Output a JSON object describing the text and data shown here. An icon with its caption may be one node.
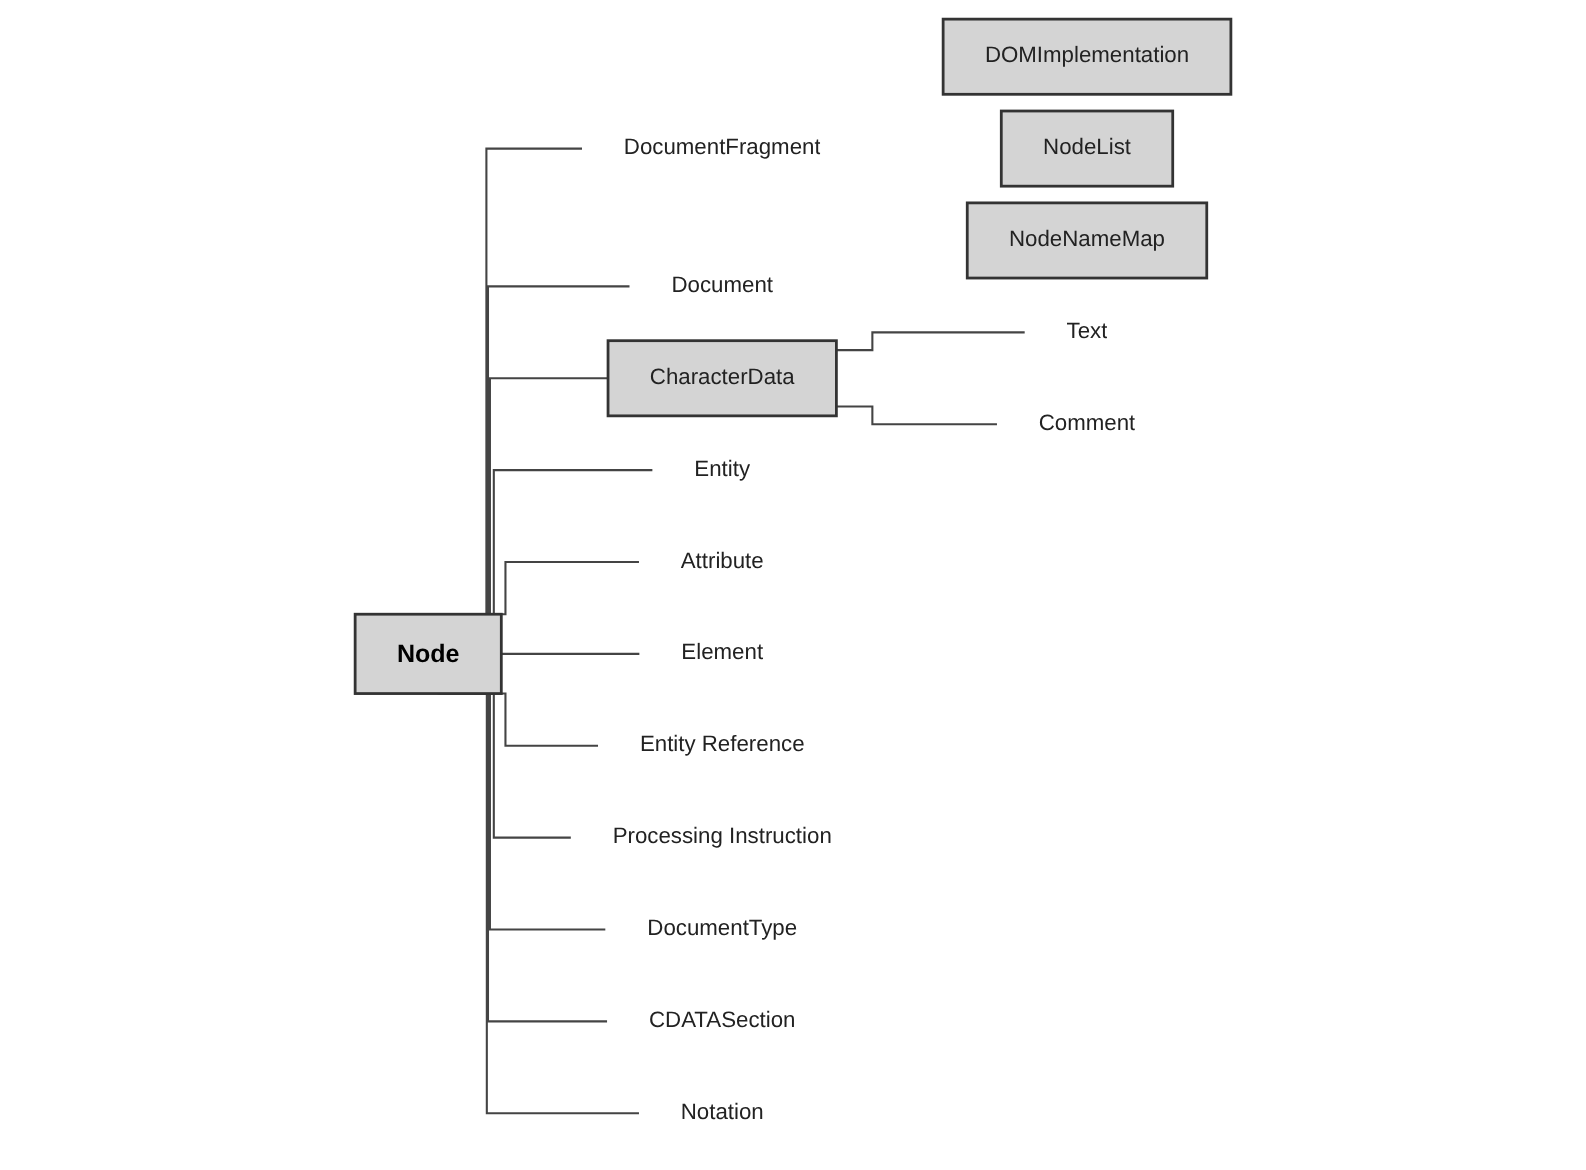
{
  "diagram": {
    "nodes": [
      {
        "text": [
          "DOMImplementation"
        ]
      },
      {
        "text": [
          "NodeList"
        ]
      },
      {
        "text": [
          "NodeNameMap"
        ]
      },
      {
        "text": [
          "Node"
        ]
      },
      {
        "text": [
          "DocumentFragment"
        ]
      },
      {
        "text": [
          "Document"
        ]
      },
      {
        "text": [
          "CharacterData"
        ]
      },
      {
        "text": [
          "Text"
        ]
      },
      {
        "text": [
          "Comment"
        ]
      },
      {
        "text": [
          "Entity"
        ]
      },
      {
        "text": [
          "Attribute"
        ]
      },
      {
        "text": [
          "Element"
        ]
      },
      {
        "text": [
          "Entity Reference"
        ]
      },
      {
        "text": [
          "Processing Instruction"
        ]
      },
      {
        "text": [
          "DocumentType"
        ]
      },
      {
        "text": [
          "CDATASection"
        ]
      },
      {
        "text": [
          "Notation"
        ]
      }
    ],
    "edges": [
      {
        "from": 3,
        "to": 4,
        "arrow": "none"
      },
      {
        "from": 3,
        "to": 5,
        "arrow": "none"
      },
      {
        "from": 3,
        "to": 6,
        "arrow": "none"
      },
      {
        "from": 6,
        "to": 7,
        "arrow": "none"
      },
      {
        "from": 6,
        "to": 8,
        "arrow": "none"
      },
      {
        "from": 3,
        "to": 9,
        "arrow": "none"
      },
      {
        "from": 3,
        "to": 10,
        "arrow": "none"
      },
      {
        "from": 3,
        "to": 11,
        "arrow": "none"
      },
      {
        "from": 3,
        "to": 12,
        "arrow": "none"
      },
      {
        "from": 3,
        "to": 13,
        "arrow": "none"
      },
      {
        "from": 3,
        "to": 14,
        "arrow": "none"
      },
      {
        "from": 3,
        "to": 15,
        "arrow": "none"
      },
      {
        "from": 3,
        "to": 16,
        "arrow": "none"
      }
    ]
  }
}
